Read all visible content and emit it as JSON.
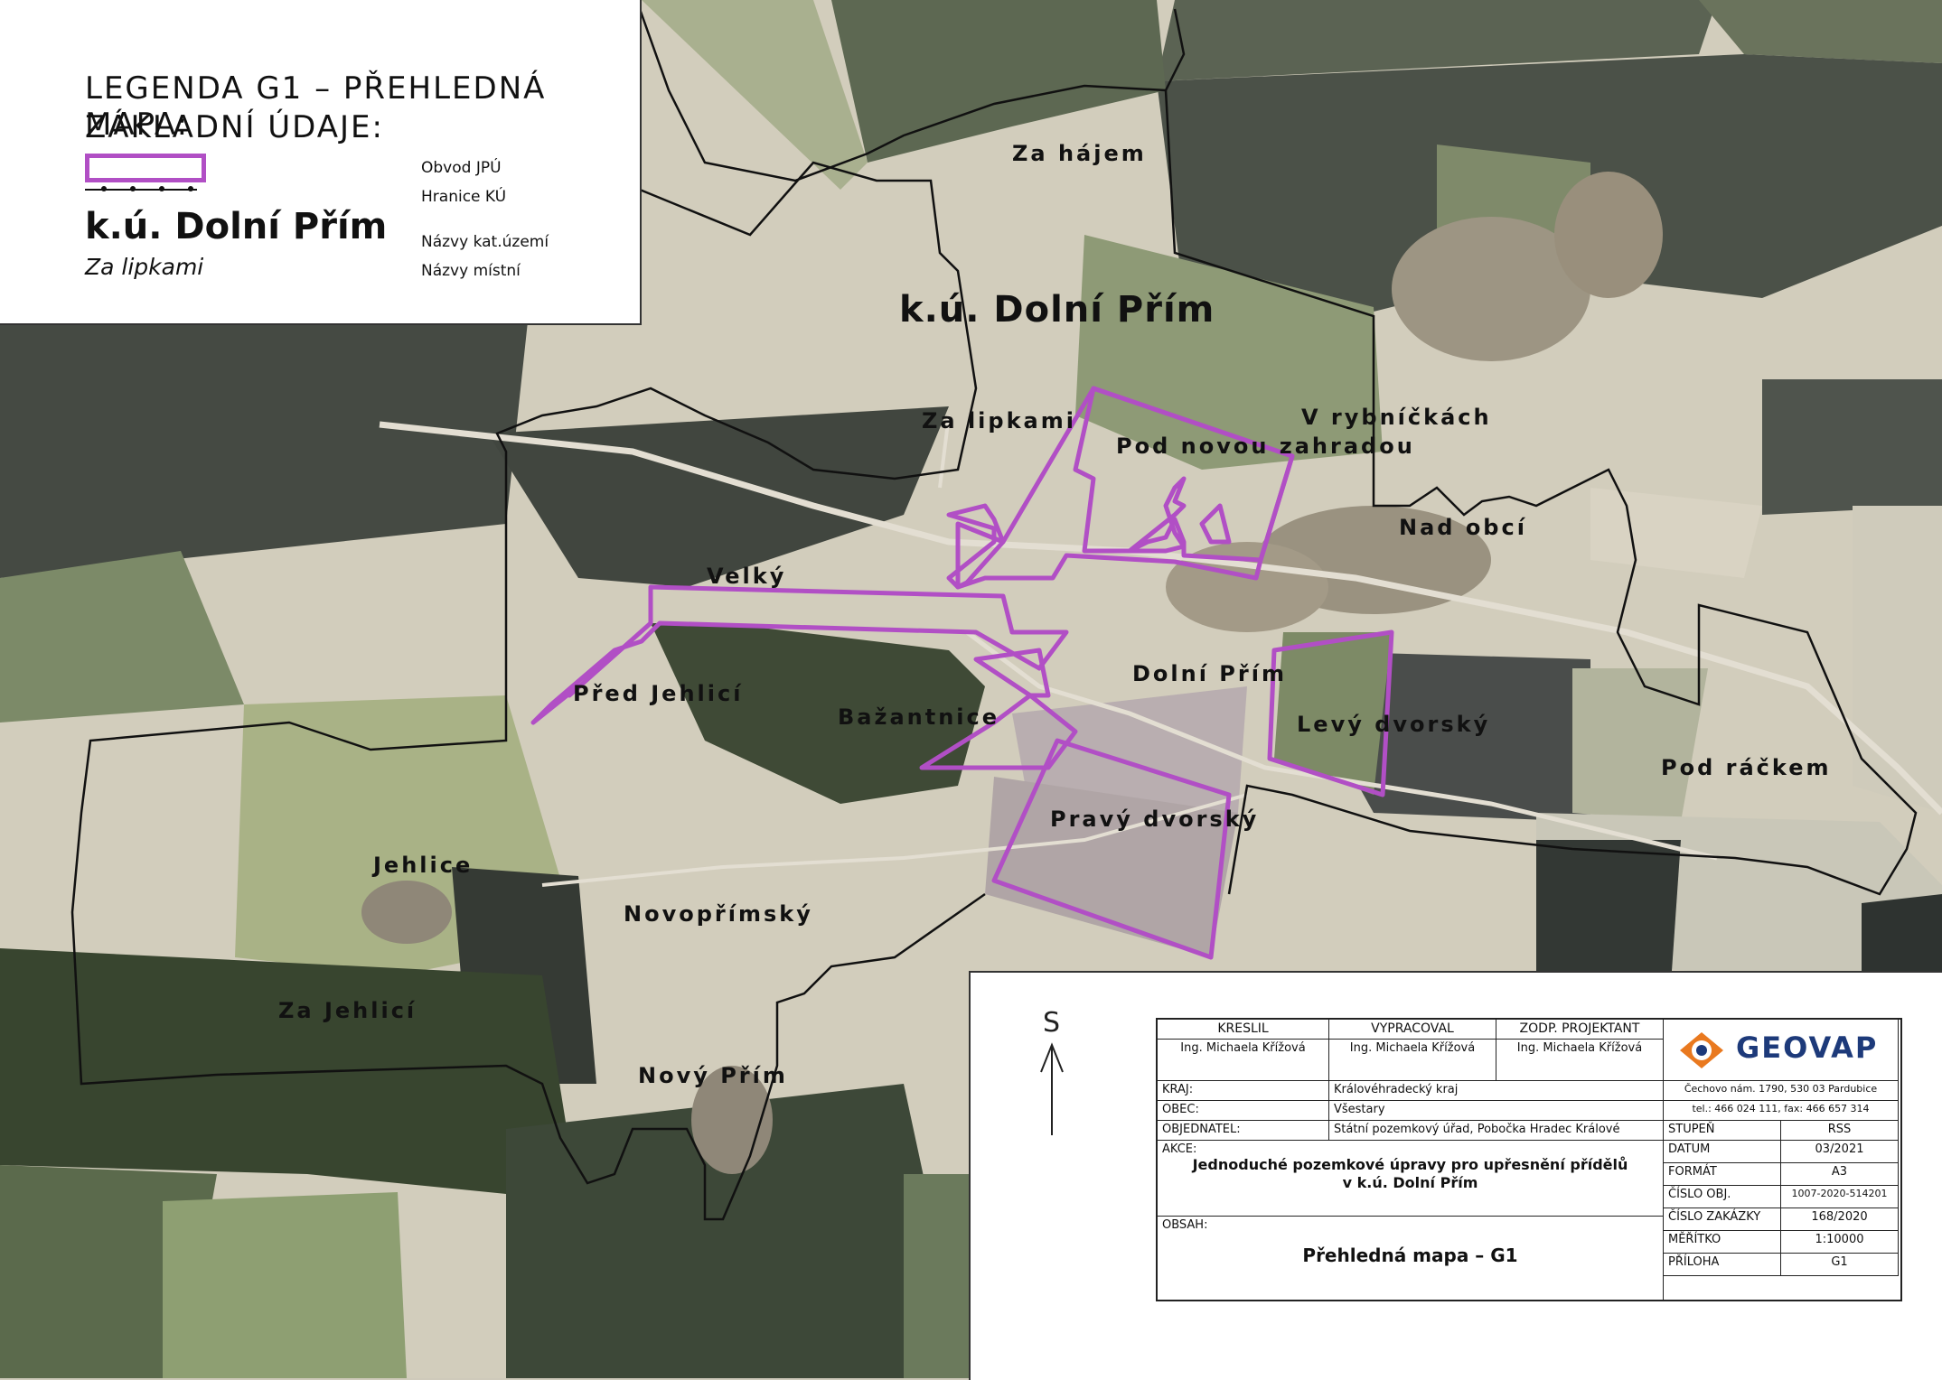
{
  "legend": {
    "title_line1": "LEGENDA G1 – PŘEHLEDNÁ MAPA:",
    "title_line2": "ZÁKLADNÍ ÚDAJE:",
    "item1": "Obvod JPÚ",
    "item2": "Hranice KÚ",
    "item3": "Názvy kat.území",
    "item4": "Názvy místní",
    "sample_cadastre": "k.ú. Dolní Přím",
    "sample_local": "Za lipkami"
  },
  "places": {
    "ku_main": "k.ú. Dolní Přím",
    "za_hajem": "Za hájem",
    "za_lipkami": "Za lipkami",
    "pod_novou_zahradou": "Pod novou zahradou",
    "v_rybnickach": "V rybníčkách",
    "nad_obci": "Nad obcí",
    "velky": "Velký",
    "pred_jehlici": "Před Jehlicí",
    "bazantnice": "Bažantnice",
    "dolni_prim": "Dolní Přím",
    "levy_dvorsky": "Levý dvorský",
    "pod_rackem": "Pod ráčkem",
    "pravy_dvorsky": "Pravý dvorský",
    "jehlice": "Jehlice",
    "novoprimsky": "Novopřímský",
    "za_jehlici": "Za Jehlicí",
    "novy_prim": "Nový Přím"
  },
  "north": "S",
  "title_block": {
    "kreslil_label": "KRESLIL",
    "vypracoval_label": "VYPRACOVAL",
    "zodp_label": "ZODP. PROJEKTANT",
    "kreslil": "Ing. Michaela Křížová",
    "vypracoval": "Ing. Michaela Křížová",
    "zodp": "Ing. Michaela Křížová",
    "kraj_label": "KRAJ:",
    "kraj": "Královéhradecký kraj",
    "obec_label": "OBEC:",
    "obec": "Všestary",
    "objednatel_label": "OBJEDNATEL:",
    "objednatel": "Státní pozemkový úřad, Pobočka Hradec Králové",
    "akce_label": "AKCE:",
    "akce_line1": "Jednoduché pozemkové úpravy pro upřesnění přídělů",
    "akce_line2": "v k.ú. Dolní Přím",
    "obsah_label": "OBSAH:",
    "obsah": "Přehledná mapa – G1",
    "company": "GEOVAP",
    "address": "Čechovo nám. 1790, 530 03 Pardubice",
    "phone": "tel.: 466 024 111, fax: 466 657 314",
    "stupen_label": "STUPEŇ",
    "stupen": "RSS",
    "datum_label": "DATUM",
    "datum": "03/2021",
    "format_label": "FORMÁT",
    "format": "A3",
    "cislo_obj_label": "ČÍSLO OBJ.",
    "cislo_obj": "1007-2020-514201",
    "cislo_zak_label": "ČÍSLO ZAKÁZKY",
    "cislo_zak": "168/2020",
    "meritko_label": "MĚŘÍTKO",
    "meritko": "1:10000",
    "priloha_label": "PŘÍLOHA",
    "priloha": "G1"
  },
  "colors": {
    "jpu_boundary": "#b14fc5",
    "ku_boundary": "#111111",
    "company": "#1d3a7a"
  }
}
